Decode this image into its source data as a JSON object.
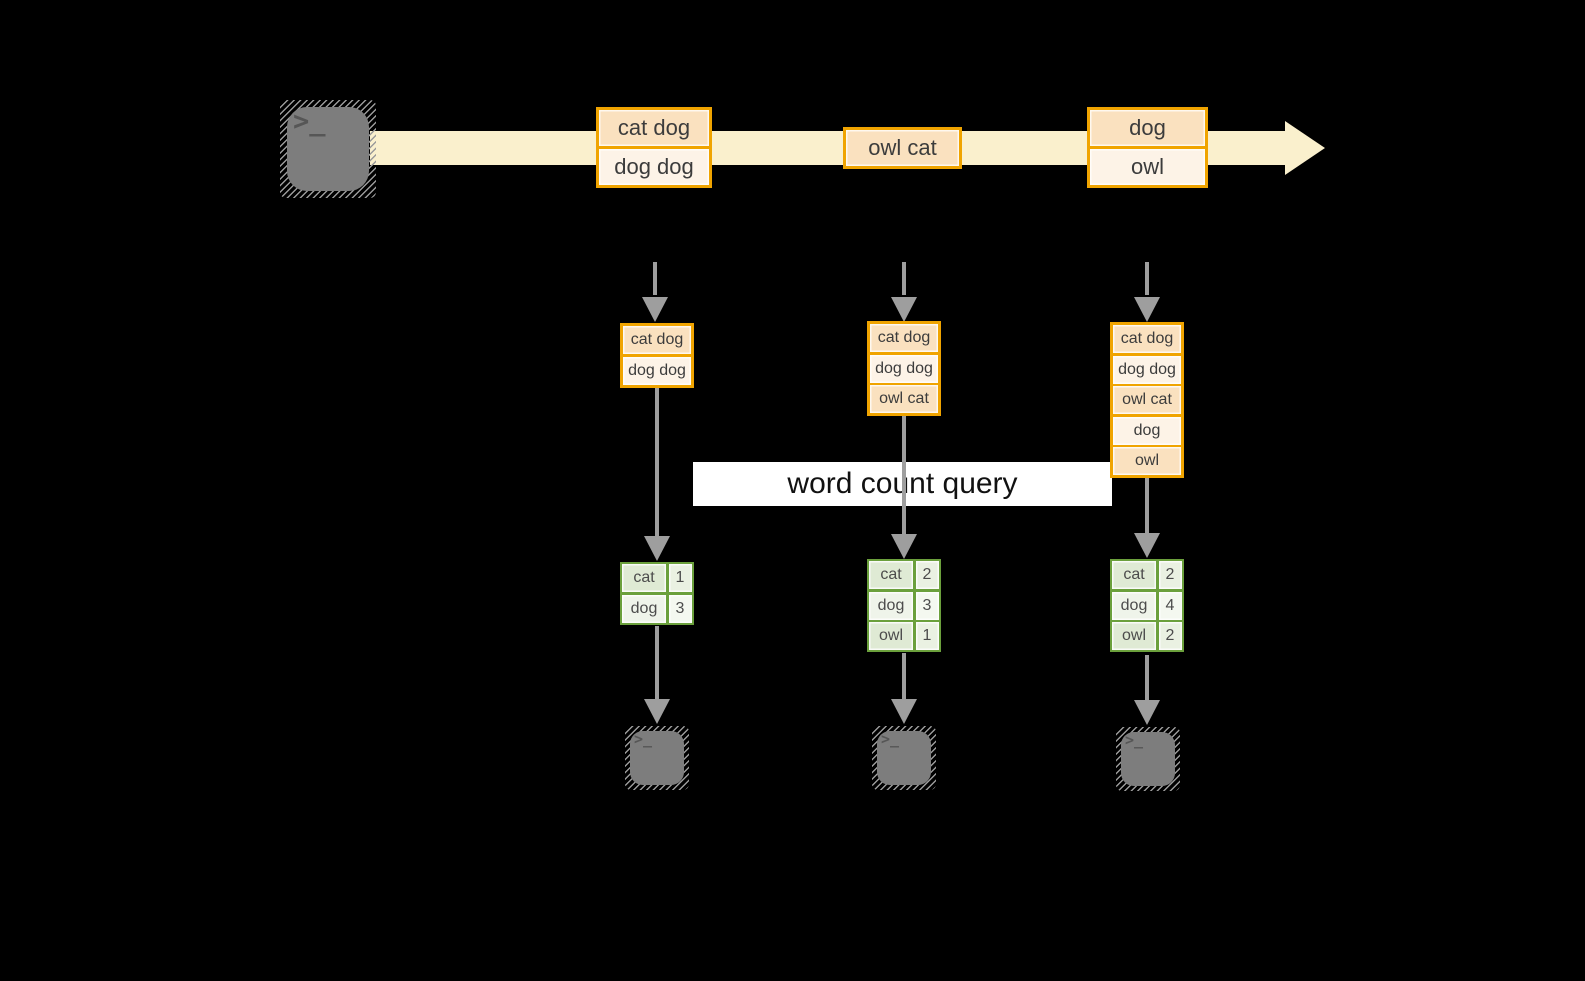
{
  "colors": {
    "background": "#000000",
    "stream_band": "#FAF0CD",
    "box_border": "#F0A400",
    "row_dark": "#FAE1BF",
    "row_light": "#FDF3E7",
    "table_border": "#6BA03C",
    "cell_dark": "#DFEAD4",
    "cell_light": "#EFF4EA",
    "arrow_gray": "#9E9E9E",
    "terminal_gray": "#7D7D7D"
  },
  "terminal": {
    "glyph": ">_"
  },
  "query": {
    "label": "word count query"
  },
  "stream": {
    "events": [
      {
        "rows": [
          "cat dog",
          "dog dog"
        ]
      },
      {
        "rows": [
          "owl cat"
        ]
      },
      {
        "rows": [
          "dog",
          "owl"
        ]
      }
    ]
  },
  "columns": [
    {
      "received": [
        "cat dog",
        "dog dog"
      ],
      "counts": [
        {
          "word": "cat",
          "count": "1"
        },
        {
          "word": "dog",
          "count": "3"
        }
      ]
    },
    {
      "received": [
        "cat dog",
        "dog dog",
        "owl cat"
      ],
      "counts": [
        {
          "word": "cat",
          "count": "2"
        },
        {
          "word": "dog",
          "count": "3"
        },
        {
          "word": "owl",
          "count": "1"
        }
      ]
    },
    {
      "received": [
        "cat dog",
        "dog dog",
        "owl cat",
        "dog",
        "owl"
      ],
      "counts": [
        {
          "word": "cat",
          "count": "2"
        },
        {
          "word": "dog",
          "count": "4"
        },
        {
          "word": "owl",
          "count": "2"
        }
      ]
    }
  ]
}
